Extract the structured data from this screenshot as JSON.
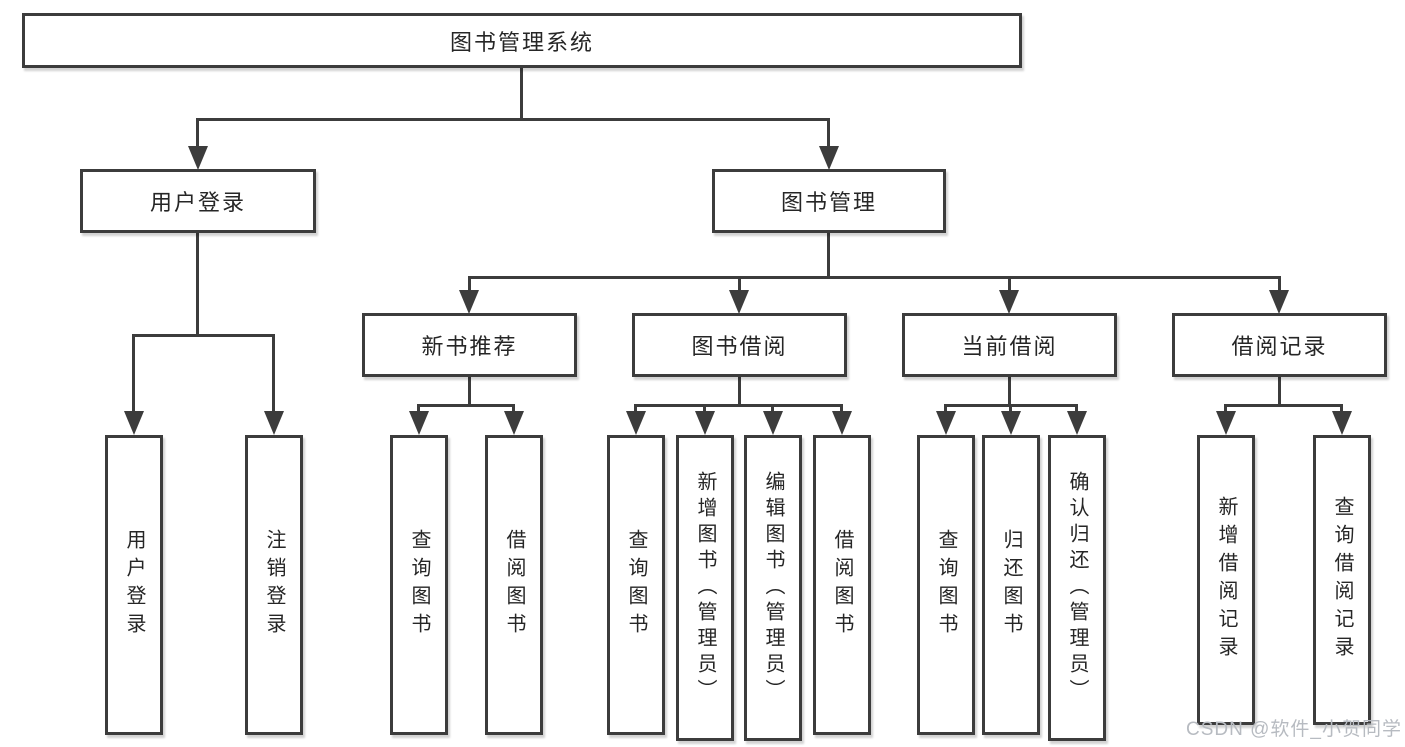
{
  "tree": {
    "root": {
      "label": "图书管理系统"
    },
    "branches": [
      {
        "label": "用户登录",
        "children": [
          {
            "label": "用户登录"
          },
          {
            "label": "注销登录"
          }
        ]
      },
      {
        "label": "图书管理",
        "children": [
          {
            "label": "新书推荐",
            "children": [
              {
                "label": "查询图书"
              },
              {
                "label": "借阅图书"
              }
            ]
          },
          {
            "label": "图书借阅",
            "children": [
              {
                "label": "查询图书"
              },
              {
                "label": "新增图书（管理员）"
              },
              {
                "label": "编辑图书（管理员）"
              },
              {
                "label": "借阅图书"
              }
            ]
          },
          {
            "label": "当前借阅",
            "children": [
              {
                "label": "查询图书"
              },
              {
                "label": "归还图书"
              },
              {
                "label": "确认归还（管理员）"
              }
            ]
          },
          {
            "label": "借阅记录",
            "children": [
              {
                "label": "新增借阅记录"
              },
              {
                "label": "查询借阅记录"
              }
            ]
          }
        ]
      }
    ]
  },
  "watermark": {
    "text": "CSDN @软件_小贺同学"
  },
  "colors": {
    "line": "#3c3c3c",
    "text": "#262626",
    "box_background": "#ffffff",
    "page_background": "#ffffff",
    "watermark": "#b7bbc1"
  }
}
